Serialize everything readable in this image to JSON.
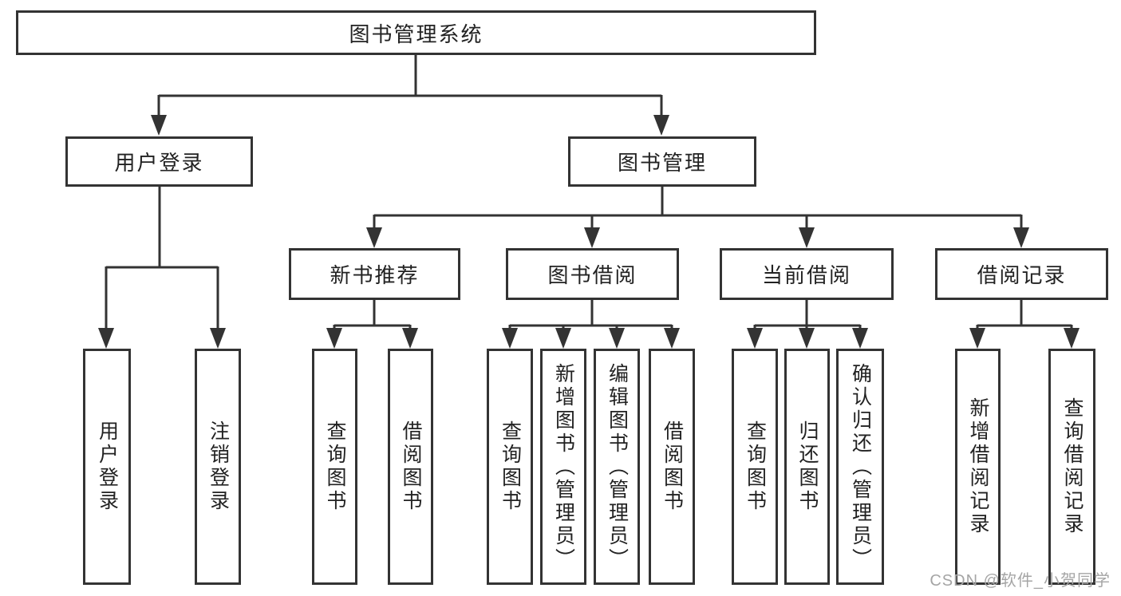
{
  "colors": {
    "line": "#333333",
    "border": "#333333",
    "text": "#222222",
    "watermark": "#a5a5a5",
    "background": "#ffffff"
  },
  "diagram": {
    "root": {
      "label": "图书管理系统"
    },
    "level2": [
      {
        "label": "用户登录"
      },
      {
        "label": "图书管理"
      }
    ],
    "level3": [
      {
        "label": "新书推荐",
        "parent": "图书管理"
      },
      {
        "label": "图书借阅",
        "parent": "图书管理"
      },
      {
        "label": "当前借阅",
        "parent": "图书管理"
      },
      {
        "label": "借阅记录",
        "parent": "图书管理"
      }
    ],
    "leaves": [
      {
        "label": "用户登录",
        "parent": "用户登录"
      },
      {
        "label": "注销登录",
        "parent": "用户登录"
      },
      {
        "label": "查询图书",
        "parent": "新书推荐"
      },
      {
        "label": "借阅图书",
        "parent": "新书推荐"
      },
      {
        "label": "查询图书",
        "parent": "图书借阅"
      },
      {
        "label": "新增图书（管理员）",
        "parent": "图书借阅"
      },
      {
        "label": "编辑图书（管理员）",
        "parent": "图书借阅"
      },
      {
        "label": "借阅图书",
        "parent": "图书借阅"
      },
      {
        "label": "查询图书",
        "parent": "当前借阅"
      },
      {
        "label": "归还图书",
        "parent": "当前借阅"
      },
      {
        "label": "确认归还（管理员）",
        "parent": "当前借阅"
      },
      {
        "label": "新增借阅记录",
        "parent": "借阅记录"
      },
      {
        "label": "查询借阅记录",
        "parent": "借阅记录"
      }
    ]
  },
  "watermark": {
    "text": "CSDN @软件_小贺同学"
  }
}
